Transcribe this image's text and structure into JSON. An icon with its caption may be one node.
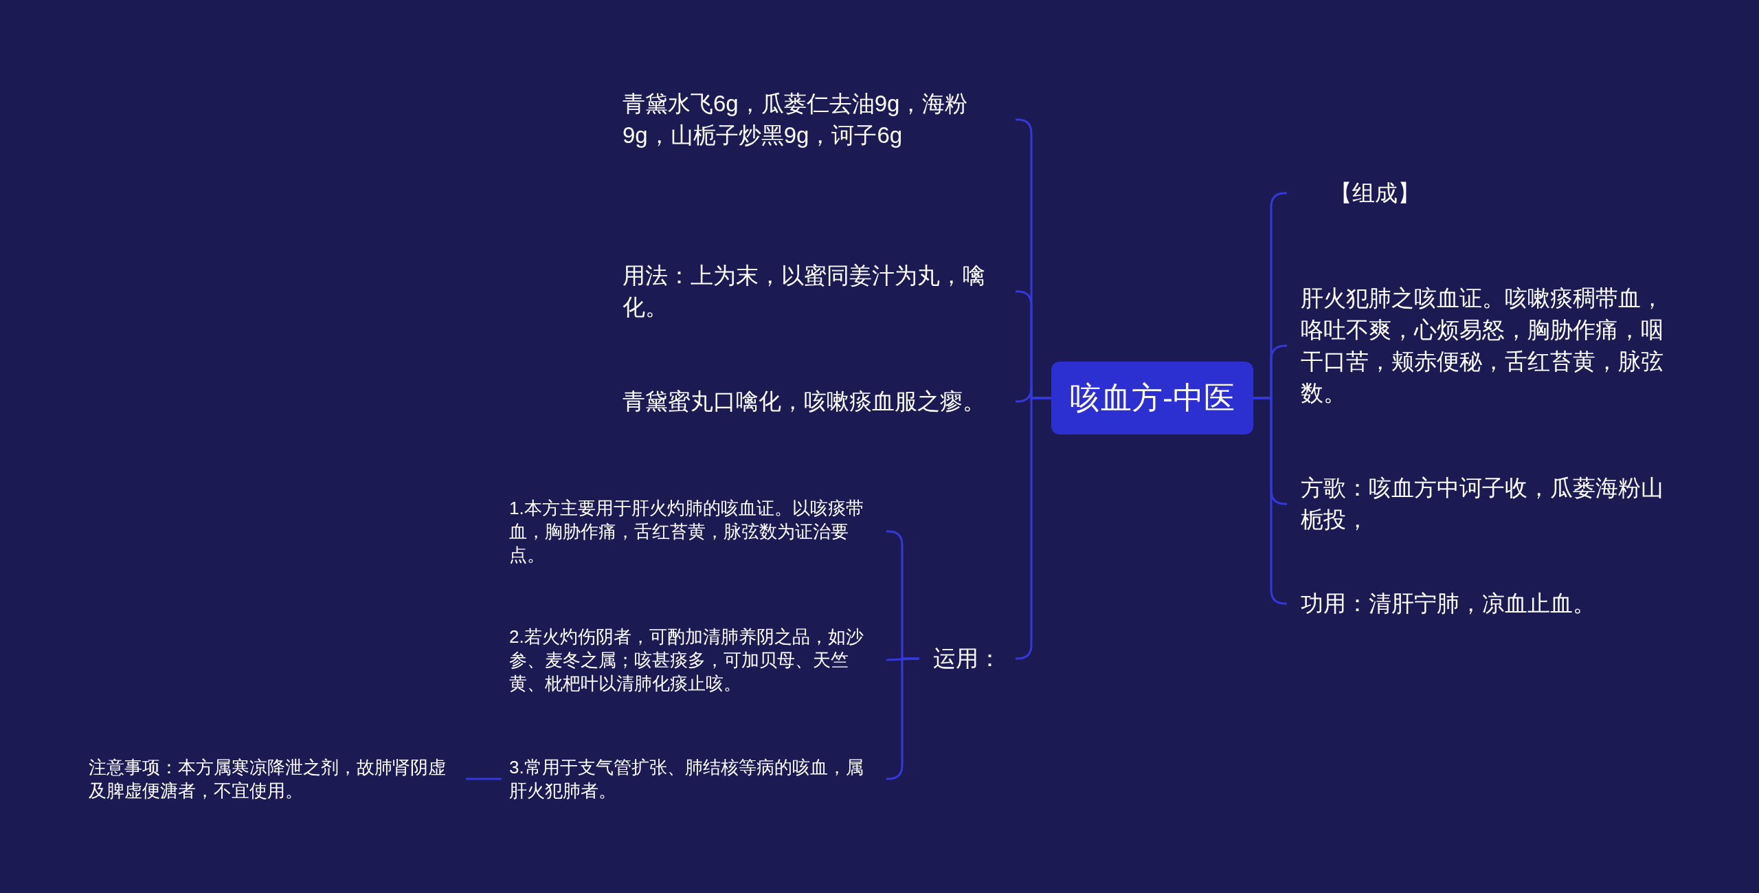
{
  "diagram": {
    "nodes": [
      {
        "text": [
          "咳血方-中医"
        ]
      },
      {
        "text": [
          "【组成】"
        ]
      },
      {
        "text": [
          "肝火犯肺之咳血证。咳嗽痰稠带血，咯吐不爽，心烦易怒，胸胁作痛，咽干口苦，颊赤便秘，舌红苔黄，脉弦数。"
        ]
      },
      {
        "text": [
          "方歌：咳血方中诃子收，瓜蒌海粉山栀投，"
        ]
      },
      {
        "text": [
          "功用：清肝宁肺，凉血止血。"
        ]
      },
      {
        "text": [
          "青黛水飞6g，瓜蒌仁去油9g，海粉9g，山栀子炒黑9g，诃子6g"
        ]
      },
      {
        "text": [
          "用法：上为末，以蜜同姜汁为丸，噙化。"
        ]
      },
      {
        "text": [
          "青黛蜜丸口噙化，咳嗽痰血服之瘳。"
        ]
      },
      {
        "text": [
          "运用："
        ]
      },
      {
        "text": [
          "1.本方主要用于肝火灼肺的咳血证。以咳痰带血，胸胁作痛，舌红苔黄，脉弦数为证治要点。"
        ]
      },
      {
        "text": [
          "2.若火灼伤阴者，可酌加清肺养阴之品，如沙参、麦冬之属；咳甚痰多，可加贝母、天竺黄、枇杷叶以清肺化痰止咳。"
        ]
      },
      {
        "text": [
          "3.常用于支气管扩张、肺结核等病的咳血，属肝火犯肺者。"
        ]
      },
      {
        "text": [
          "注意事项：本方属寒凉降泄之剂，故肺肾阴虚及脾虚便溏者，不宜使用。"
        ]
      }
    ],
    "edges": [
      {
        "from": 0,
        "to": 1,
        "arrow": "none"
      },
      {
        "from": 0,
        "to": 2,
        "arrow": "none"
      },
      {
        "from": 0,
        "to": 3,
        "arrow": "none"
      },
      {
        "from": 0,
        "to": 4,
        "arrow": "none"
      },
      {
        "from": 0,
        "to": 5,
        "arrow": "none"
      },
      {
        "from": 0,
        "to": 6,
        "arrow": "none"
      },
      {
        "from": 0,
        "to": 7,
        "arrow": "none"
      },
      {
        "from": 0,
        "to": 8,
        "arrow": "none"
      },
      {
        "from": 8,
        "to": 9,
        "arrow": "none"
      },
      {
        "from": 8,
        "to": 10,
        "arrow": "none"
      },
      {
        "from": 8,
        "to": 11,
        "arrow": "none"
      },
      {
        "from": 11,
        "to": 12,
        "arrow": "none"
      }
    ]
  }
}
